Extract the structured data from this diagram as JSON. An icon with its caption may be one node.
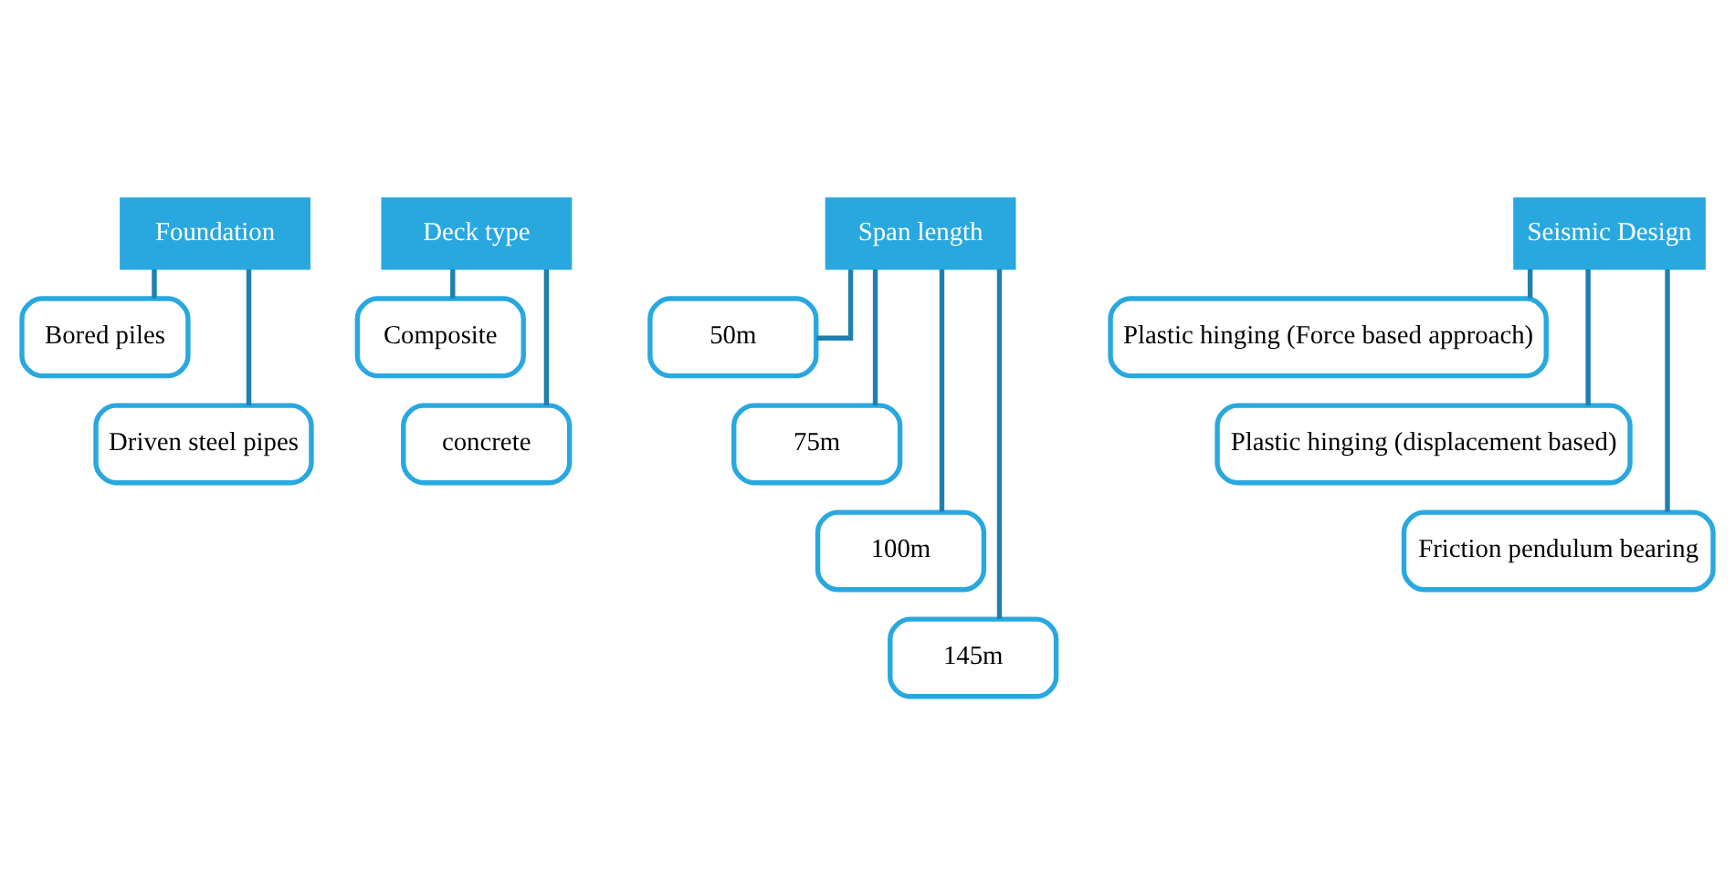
{
  "diagram": {
    "nodes": [
      {
        "text": [
          "Foundation"
        ]
      },
      {
        "text": [
          "Bored piles"
        ]
      },
      {
        "text": [
          "Driven steel pipes"
        ]
      },
      {
        "text": [
          "Deck type"
        ]
      },
      {
        "text": [
          "Composite"
        ]
      },
      {
        "text": [
          "concrete"
        ]
      },
      {
        "text": [
          "Span length"
        ]
      },
      {
        "text": [
          "50m"
        ]
      },
      {
        "text": [
          "75m"
        ]
      },
      {
        "text": [
          "100m"
        ]
      },
      {
        "text": [
          "145m"
        ]
      },
      {
        "text": [
          "Seismic Design"
        ]
      },
      {
        "text": [
          "Plastic hinging (Force based approach)"
        ]
      },
      {
        "text": [
          "Plastic hinging (displacement based)"
        ]
      },
      {
        "text": [
          "Friction pendulum bearing"
        ]
      }
    ],
    "edges": [
      {
        "from": 0,
        "to": 1,
        "arrow": "none"
      },
      {
        "from": 0,
        "to": 2,
        "arrow": "none"
      },
      {
        "from": 3,
        "to": 4,
        "arrow": "none"
      },
      {
        "from": 3,
        "to": 5,
        "arrow": "none"
      },
      {
        "from": 6,
        "to": 7,
        "arrow": "none"
      },
      {
        "from": 6,
        "to": 8,
        "arrow": "none"
      },
      {
        "from": 6,
        "to": 9,
        "arrow": "none"
      },
      {
        "from": 6,
        "to": 10,
        "arrow": "none"
      },
      {
        "from": 11,
        "to": 12,
        "arrow": "none"
      },
      {
        "from": 11,
        "to": 13,
        "arrow": "none"
      },
      {
        "from": 11,
        "to": 14,
        "arrow": "none"
      }
    ]
  }
}
